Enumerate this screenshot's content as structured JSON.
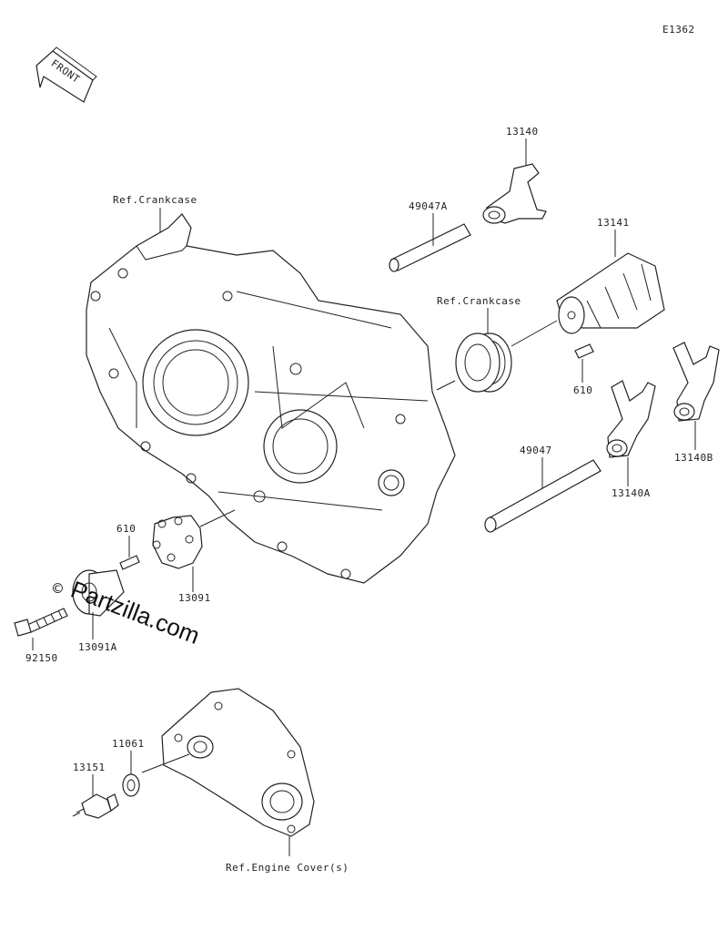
{
  "diagram_code": "E1362",
  "front_label": "FRONT",
  "watermark": "Partzilla.com",
  "copyright_symbol": "©",
  "labels": {
    "ref_crankcase_1": "Ref.Crankcase",
    "ref_crankcase_2": "Ref.Crankcase",
    "ref_engine_cover": "Ref.Engine Cover(s)",
    "p13140": "13140",
    "p49047A": "49047A",
    "p13141": "13141",
    "p610_a": "610",
    "p49047": "49047",
    "p13140A": "13140A",
    "p13140B": "13140B",
    "p610_b": "610",
    "p13091": "13091",
    "p13091A": "13091A",
    "p92150": "92150",
    "p11061": "11061",
    "p13151": "13151"
  }
}
